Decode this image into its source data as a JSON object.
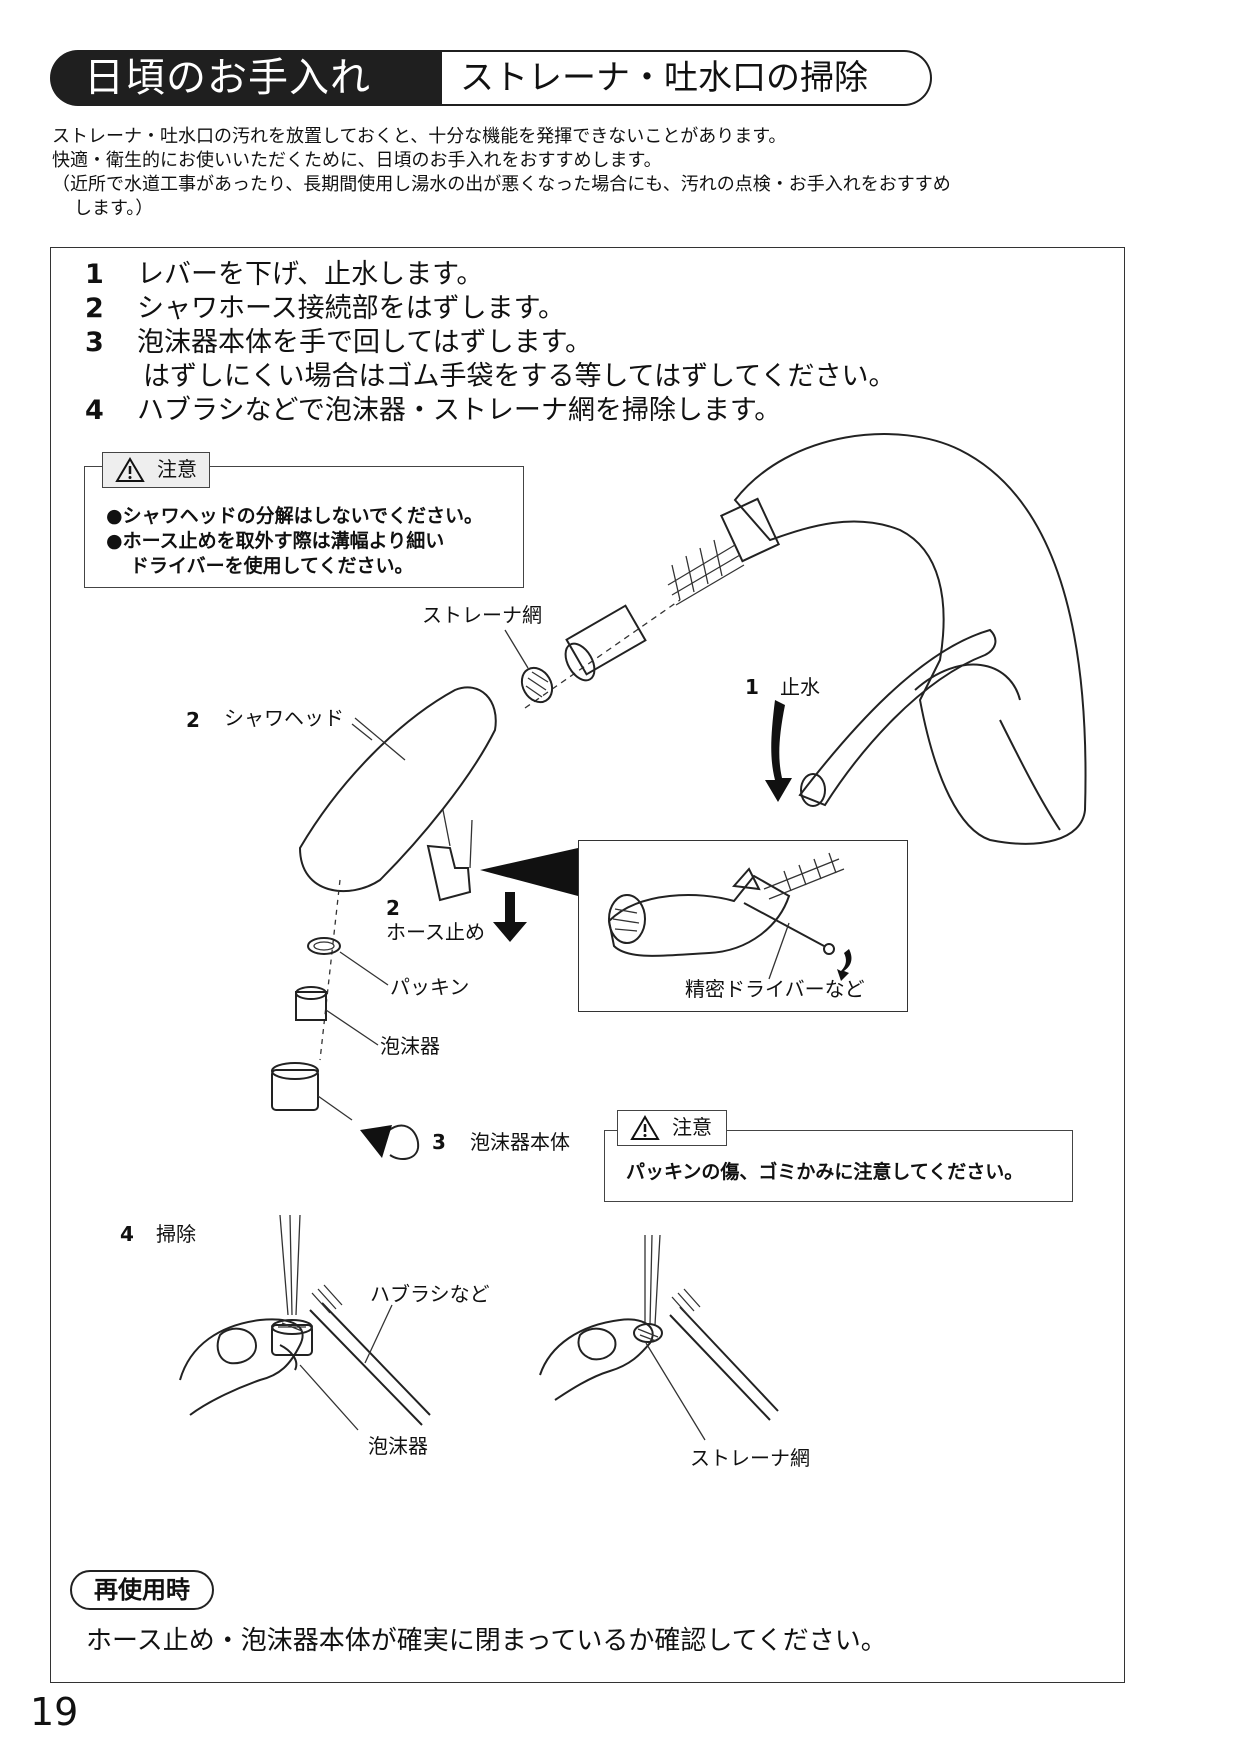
{
  "header": {
    "section_title": "日頃のお手入れ",
    "topic_title": "ストレーナ・吐水口の掃除"
  },
  "intro": {
    "line1": "ストレーナ・吐水口の汚れを放置しておくと、十分な機能を発揮できないことがあります。",
    "line2": "快適・衛生的にお使いいただくために、日頃のお手入れをおすすめします。",
    "line3": "（近所で水道工事があったり、長期間使用し湯水の出が悪くなった場合にも、汚れの点検・お手入れをおすすめ",
    "line4": "します。）"
  },
  "steps": [
    {
      "num": "1",
      "text": "レバーを下げ、止水します。"
    },
    {
      "num": "2",
      "text": "シャワホース接続部をはずします。"
    },
    {
      "num": "3",
      "text": "泡沫器本体を手で回してはずします。"
    },
    {
      "num": "",
      "text": "はずしにくい場合はゴム手袋をする等してはずしてください。"
    },
    {
      "num": "4",
      "text": "ハブラシなどで泡沫器・ストレーナ網を掃除します。"
    }
  ],
  "caution_top": {
    "tag": "注意",
    "line1": "●シャワヘッドの分解はしないでください。",
    "line2": "●ホース止めを取外す際は溝幅より細い",
    "line3": "ドライバーを使用してください。"
  },
  "labels": {
    "strainer_net": "ストレーナ網",
    "step1_num": "1",
    "stop_water": "止水",
    "step2_num": "2",
    "shower_head": "シャワヘッド",
    "hose_stop_num": "2",
    "hose_stop": "ホース止め",
    "packing": "パッキン",
    "aerator": "泡沫器",
    "step3_num": "3",
    "aerator_body": "泡沫器本体",
    "screwdriver": "精密ドライバーなど",
    "step4_num": "4",
    "cleaning": "掃除",
    "toothbrush": "ハブラシなど",
    "aerator_bottom": "泡沫器",
    "strainer_net_bottom": "ストレーナ網"
  },
  "caution_bottom": {
    "tag": "注意",
    "text": "パッキンの傷、ゴミかみに注意してください。"
  },
  "reuse": {
    "tag": "再使用時",
    "text": "ホース止め・泡沫器本体が確実に閉まっているか確認してください。"
  },
  "page_number": "19"
}
